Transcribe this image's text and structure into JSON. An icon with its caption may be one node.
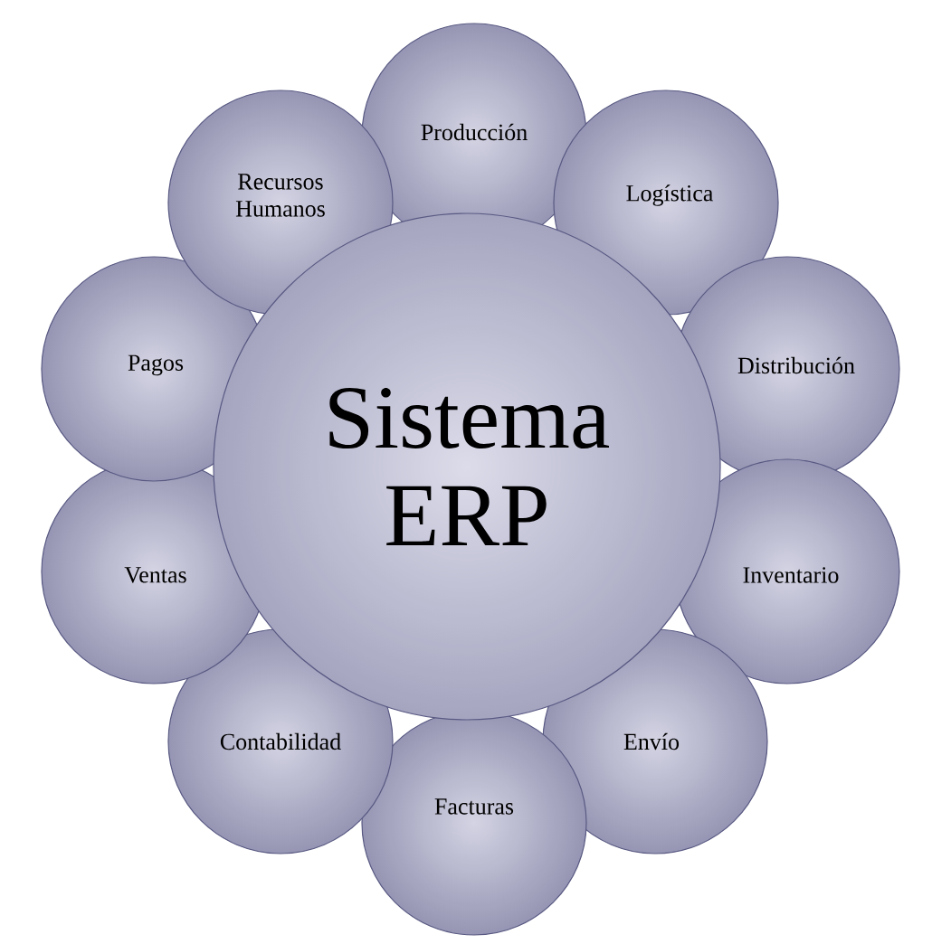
{
  "diagram": {
    "nodes": [
      {
        "text": [
          "Sistema ERP"
        ]
      },
      {
        "text": [
          "Producción"
        ]
      },
      {
        "text": [
          "Logística"
        ]
      },
      {
        "text": [
          "Distribución"
        ]
      },
      {
        "text": [
          "Inventario"
        ]
      },
      {
        "text": [
          "Envío"
        ]
      },
      {
        "text": [
          "Facturas"
        ]
      },
      {
        "text": [
          "Contabilidad"
        ]
      },
      {
        "text": [
          "Ventas"
        ]
      },
      {
        "text": [
          "Pagos"
        ]
      },
      {
        "text": [
          "Recursos Humanos"
        ]
      }
    ]
  }
}
